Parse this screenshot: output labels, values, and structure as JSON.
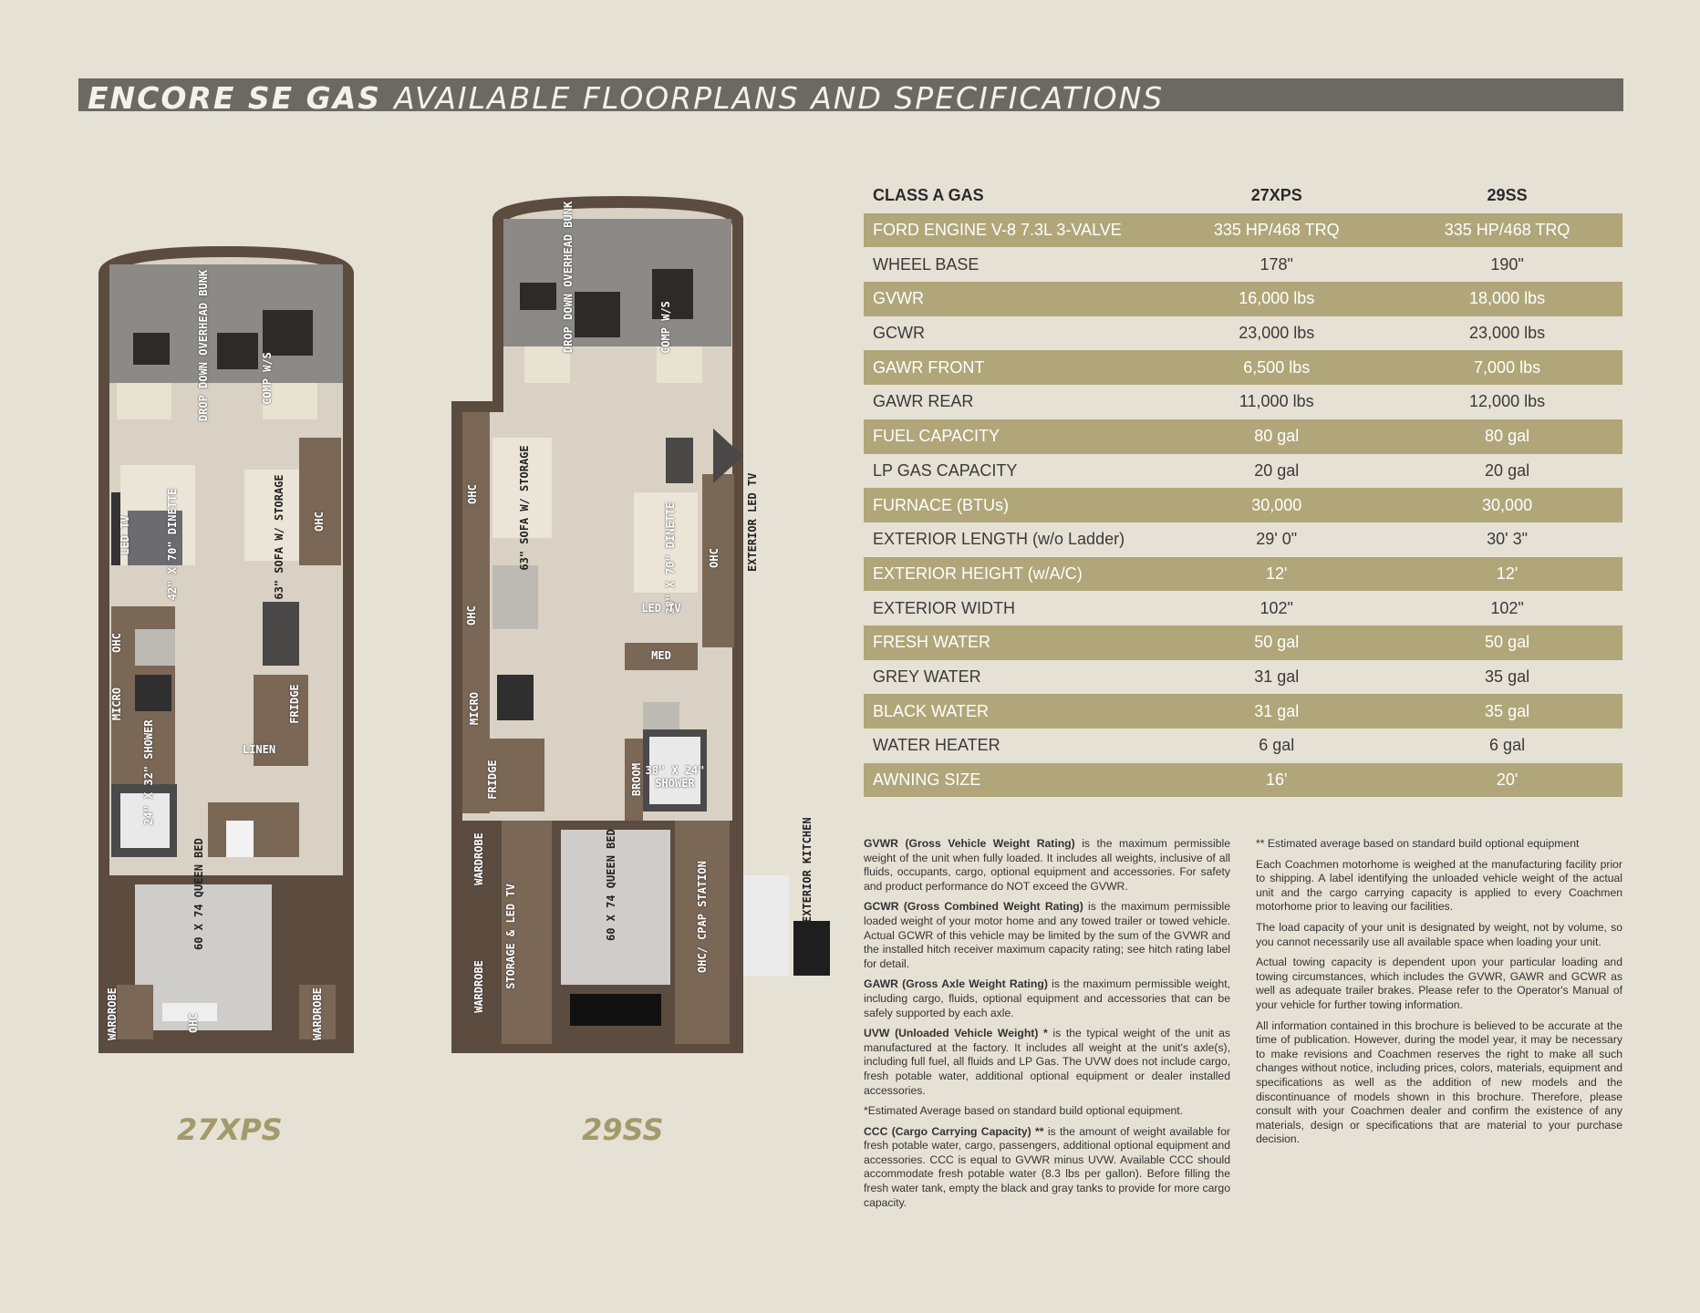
{
  "header": {
    "bold": "ENCORE SE GAS",
    "rest": "AVAILABLE FLOORPLANS AND SPECIFICATIONS"
  },
  "floorplans": [
    {
      "name": "27XPS",
      "labels": [
        "DROP DOWN OVERHEAD BUNK",
        "COMP W/S",
        "LED TV",
        "42\" X 70\" DINETTE",
        "63\" SOFA W/ STORAGE",
        "OHC",
        "OHC",
        "MICRO",
        "FRIDGE",
        "LINEN",
        "24\" X 32\" SHOWER",
        "60 X 74 QUEEN BED",
        "WARDROBE",
        "OHC",
        "WARDROBE"
      ]
    },
    {
      "name": "29SS",
      "labels": [
        "DROP DOWN OVERHEAD BUNK",
        "COMP W/S",
        "OHC",
        "63\" SOFA W/ STORAGE",
        "EXTERIOR LED TV",
        "30\" X 70\" DINETTE",
        "OHC",
        "LED TV",
        "OHC",
        "MED",
        "MICRO",
        "FRIDGE",
        "BROOM",
        "38\" X 24\" SHOWER",
        "WARDROBE",
        "60 X 74 QUEEN BED",
        "STORAGE & LED TV",
        "OHC/ CPAP STATION",
        "EXTERIOR KITCHEN",
        "WARDROBE"
      ]
    }
  ],
  "spec_table": {
    "headers": [
      "CLASS A GAS",
      "27XPS",
      "29SS"
    ],
    "rows": [
      [
        "FORD ENGINE V-8 7.3L 3-VALVE",
        "335 HP/468 TRQ",
        "335 HP/468 TRQ"
      ],
      [
        "WHEEL BASE",
        "178\"",
        "190\""
      ],
      [
        "GVWR",
        "16,000 lbs",
        "18,000 lbs"
      ],
      [
        "GCWR",
        "23,000 lbs",
        "23,000 lbs"
      ],
      [
        "GAWR FRONT",
        "6,500 lbs",
        "7,000 lbs"
      ],
      [
        "GAWR REAR",
        "11,000 lbs",
        "12,000 lbs"
      ],
      [
        "FUEL CAPACITY",
        "80 gal",
        "80 gal"
      ],
      [
        "LP GAS CAPACITY",
        "20 gal",
        "20 gal"
      ],
      [
        "FURNACE (BTUs)",
        "30,000",
        "30,000"
      ],
      [
        "EXTERIOR LENGTH (w/o Ladder)",
        "29' 0\"",
        "30' 3\""
      ],
      [
        "EXTERIOR HEIGHT (w/A/C)",
        "12'",
        "12'"
      ],
      [
        "EXTERIOR WIDTH",
        "102\"",
        "102\""
      ],
      [
        "FRESH WATER",
        "50 gal",
        "50 gal"
      ],
      [
        "GREY WATER",
        "31 gal",
        "35 gal"
      ],
      [
        "BLACK WATER",
        "31 gal",
        "35 gal"
      ],
      [
        "WATER HEATER",
        "6 gal",
        "6 gal"
      ],
      [
        "AWNING SIZE",
        "16'",
        "20'"
      ]
    ]
  },
  "notes_left": [
    {
      "term": "GVWR (Gross Vehicle Weight Rating)",
      "text": " is the maximum permissible weight of the unit when fully loaded. It includes all weights, inclusive of all fluids, occupants, cargo, optional equipment and accessories. For safety and product performance do NOT exceed the GVWR."
    },
    {
      "term": "GCWR (Gross Combined Weight Rating)",
      "text": " is the maximum permissible loaded weight of your motor home and any towed trailer or towed vehicle. Actual GCWR of this vehicle may be limited by the sum of the GVWR and the installed hitch receiver maximum capacity rating; see hitch rating label for detail."
    },
    {
      "term": "GAWR (Gross Axle Weight Rating)",
      "text": " is the maximum permissible weight, including cargo, fluids, optional equipment and accessories that can be safely supported by each axle."
    },
    {
      "term": "UVW (Unloaded Vehicle Weight) *",
      "text": " is the typical weight of the unit as manufactured at the factory. It includes all weight at the unit's axle(s), including full fuel, all fluids and LP Gas. The UVW does not include cargo, fresh potable water, additional optional equipment or dealer installed accessories."
    },
    {
      "term": "",
      "text": "*Estimated Average based on standard build optional equipment."
    },
    {
      "term": "CCC (Cargo Carrying Capacity) **",
      "text": " is the amount of weight available for fresh potable water, cargo, passengers, additional optional equipment and accessories. CCC is equal to GVWR minus UVW. Available CCC should accommodate fresh potable water (8.3 lbs per gallon). Before filling the fresh water tank, empty the black and gray tanks to provide for more cargo capacity."
    }
  ],
  "notes_right": [
    "** Estimated average based on standard build optional equipment",
    "Each Coachmen motorhome is weighed at the manufacturing facility prior to shipping. A label identifying the unloaded vehicle weight of the actual unit and the cargo carrying capacity is applied to every Coachmen motorhome prior to leaving our facilities.",
    "The load capacity of your unit is designated by weight, not by volume, so you cannot necessarily use all available space when loading your unit.",
    "Actual towing capacity is dependent upon your particular loading and towing circumstances, which includes the GVWR, GAWR and GCWR as well as adequate trailer brakes. Please refer to the Operator's Manual of your vehicle for further towing information.",
    "All information contained in this brochure is believed to be accurate at the time of publication. However, during the model year, it may be necessary to make revisions and Coachmen reserves the right to make all such changes without notice, including prices, colors, materials, equipment and specifications as well as the addition of new models and the discontinuance of models shown in this brochure. Therefore, please consult with your Coachmen dealer and confirm the existence of any materials, design or specifications that are material to your purchase decision."
  ],
  "colors": {
    "background": "#e6e1d5",
    "header_band": "#6b6a62",
    "table_stripe": "#b1a679",
    "plan_name": "#a39a6c"
  }
}
